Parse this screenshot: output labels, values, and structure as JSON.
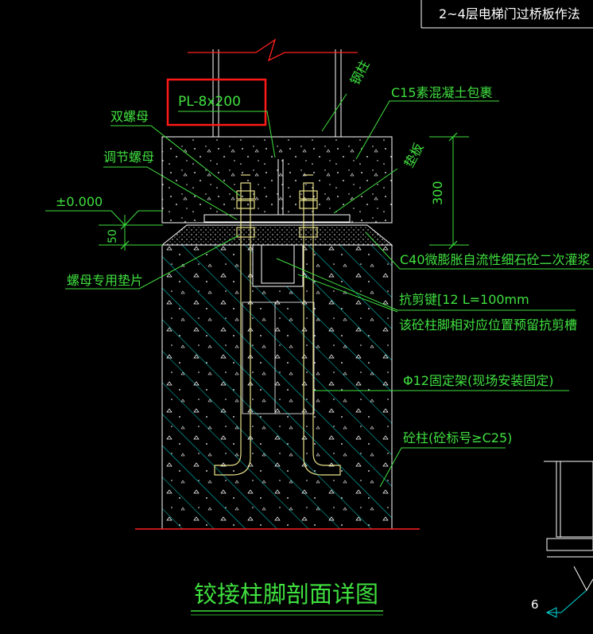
{
  "drawing": {
    "header_title": "2~4层电梯门过桥板作法",
    "highlight_label": "PL-8x200",
    "labels": {
      "steel_column": "钢柱",
      "c15_concrete": "C15素混凝土包裹",
      "double_nut": "双螺母",
      "adjust_nut": "调节螺母",
      "pad_plate": "垫板",
      "elevation": "±0.000",
      "dim_50": "50",
      "dim_300": "300",
      "nut_washer": "螺母专用垫片",
      "c40_grout": "C40微膨胀自流性细石砼二次灌浆",
      "shear_key": "抗剪键[12    L=100mm",
      "shear_slot": "该砼柱脚相对应位置预留抗剪槽",
      "fixing_frame": "Φ12固定架(现场安装固定)",
      "concrete_column": "砼柱(砼标号≥C25)",
      "detail_number": "6"
    },
    "title": "铰接柱脚剖面详图"
  },
  "colors": {
    "background": "#000000",
    "annotation": "#3fe03f",
    "concrete_hatch": "#00d8d8",
    "bolt": "#e8e28a",
    "section_cut": "#ff2020",
    "highlight_box": "#ff1a1a"
  }
}
